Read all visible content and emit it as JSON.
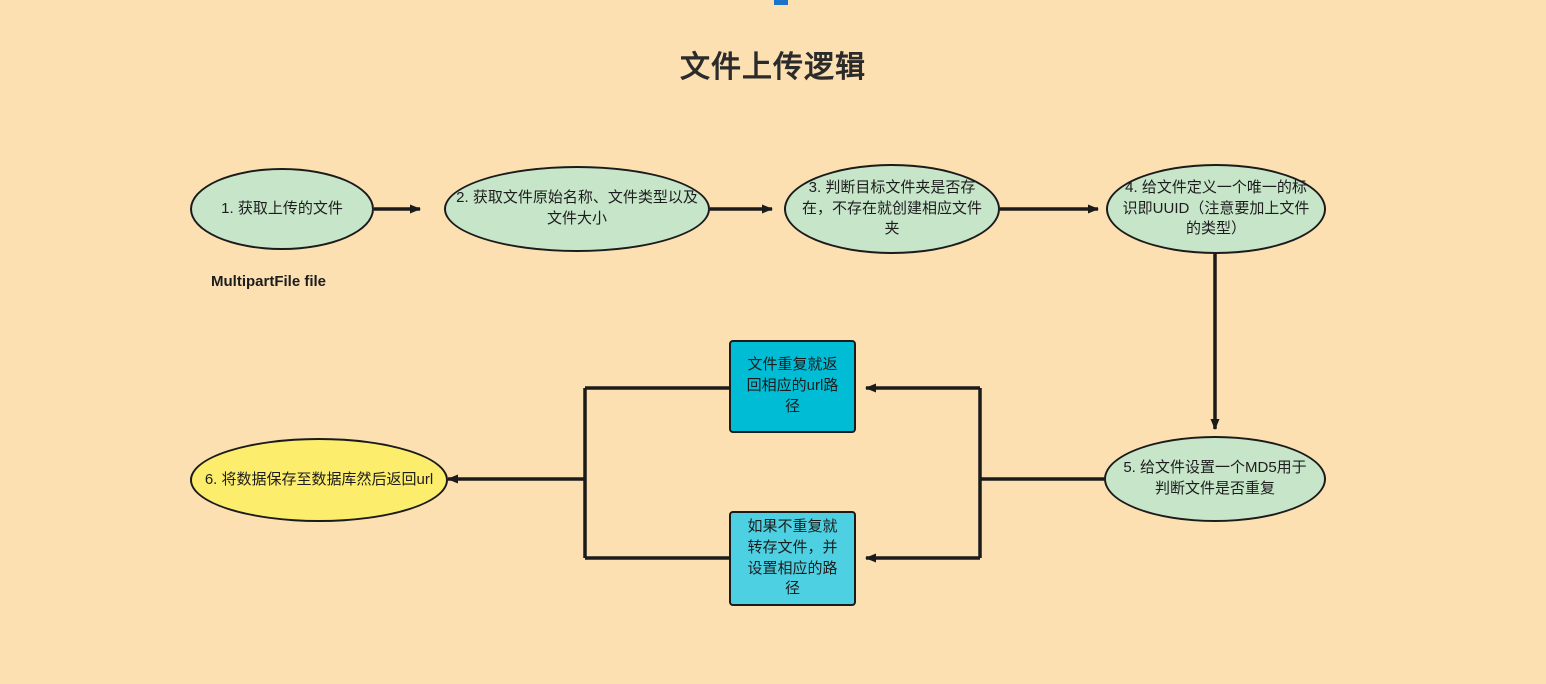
{
  "page": {
    "title": "文件上传逻辑",
    "background_color": "#fce0b2"
  },
  "colors": {
    "background": "#fce0b2",
    "ellipse_green": "#c7e5c9",
    "ellipse_yellow": "#fced6c",
    "rect_cyan_dark": "#00bcd4",
    "rect_cyan_light": "#4dd0e1",
    "stroke": "#1b1b1b",
    "text": "#1d1d1d",
    "fragment_blue": "#1a73c8"
  },
  "nodes": [
    {
      "id": "step1",
      "label": "1. 获取上传的文件",
      "shape": "ellipse",
      "fill": "green"
    },
    {
      "id": "step2",
      "label": "2. 获取文件原始名称、文件类型以及文件大小",
      "shape": "ellipse",
      "fill": "green"
    },
    {
      "id": "step3",
      "label": "3. 判断目标文件夹是否存在，不存在就创建相应文件夹",
      "shape": "ellipse",
      "fill": "green"
    },
    {
      "id": "step4",
      "label": "4. 给文件定义一个唯一的标识即UUID（注意要加上文件的类型）",
      "shape": "ellipse",
      "fill": "green"
    },
    {
      "id": "step5",
      "label": "5. 给文件设置一个MD5用于判断文件是否重复",
      "shape": "ellipse",
      "fill": "green"
    },
    {
      "id": "step6",
      "label": "6. 将数据保存至数据库然后返回url",
      "shape": "ellipse",
      "fill": "yellow"
    },
    {
      "id": "branch_duplicate",
      "label": "文件重复就返回相应的url路径",
      "shape": "rect",
      "fill": "cyan-dark"
    },
    {
      "id": "branch_not_duplicate",
      "label": "如果不重复就转存文件，并设置相应的路径",
      "shape": "rect",
      "fill": "cyan-light"
    }
  ],
  "annotations": [
    {
      "id": "multipart-file-label",
      "text": "MultipartFile file"
    }
  ],
  "edges": [
    {
      "from": "step1",
      "to": "step2",
      "direction": "right"
    },
    {
      "from": "step2",
      "to": "step3",
      "direction": "right"
    },
    {
      "from": "step3",
      "to": "step4",
      "direction": "right"
    },
    {
      "from": "step4",
      "to": "step5",
      "direction": "down"
    },
    {
      "from": "step5",
      "to": "branch_duplicate",
      "direction": "left"
    },
    {
      "from": "step5",
      "to": "branch_not_duplicate",
      "direction": "left"
    },
    {
      "from": "branch_duplicate",
      "to": "step6",
      "direction": "left"
    },
    {
      "from": "branch_not_duplicate",
      "to": "step6",
      "direction": "left"
    }
  ]
}
